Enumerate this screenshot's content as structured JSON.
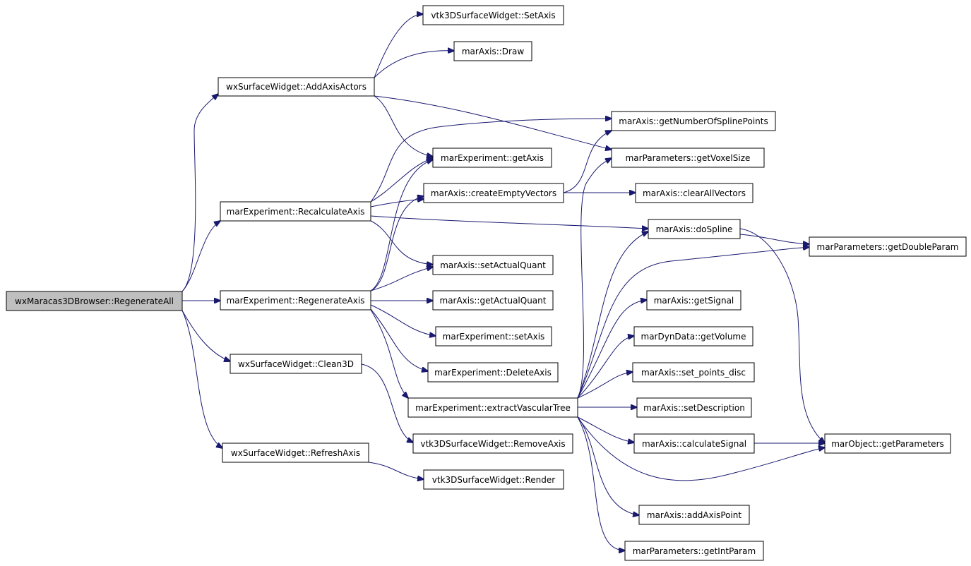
{
  "graph": {
    "root": "wxMaracas3DBrowser::RegenerateAll",
    "nodes": {
      "regenerateAll": "wxMaracas3DBrowser::RegenerateAll",
      "addAxisActors": "wxSurfaceWidget::AddAxisActors",
      "recalculateAxis": "marExperiment::RecalculateAxis",
      "regenerateAxis": "marExperiment::RegenerateAxis",
      "clean3D": "wxSurfaceWidget::Clean3D",
      "refreshAxis": "wxSurfaceWidget::RefreshAxis",
      "setAxisVtk": "vtk3DSurfaceWidget::SetAxis",
      "draw": "marAxis::Draw",
      "getAxis": "marExperiment::getAxis",
      "createEmptyVectors": "marAxis::createEmptyVectors",
      "setActualQuant": "marAxis::setActualQuant",
      "getActualQuant": "marAxis::getActualQuant",
      "setAxisExp": "marExperiment::setAxis",
      "deleteAxis": "marExperiment::DeleteAxis",
      "extractVascularTree": "marExperiment::extractVascularTree",
      "removeAxis": "vtk3DSurfaceWidget::RemoveAxis",
      "render": "vtk3DSurfaceWidget::Render",
      "getNumberOfSplinePoints": "marAxis::getNumberOfSplinePoints",
      "getVoxelSize": "marParameters::getVoxelSize",
      "clearAllVectors": "marAxis::clearAllVectors",
      "doSpline": "marAxis::doSpline",
      "getSignal": "marAxis::getSignal",
      "getVolume": "marDynData::getVolume",
      "setPointsDisc": "marAxis::set_points_disc",
      "setDescription": "marAxis::setDescription",
      "calculateSignal": "marAxis::calculateSignal",
      "addAxisPoint": "marAxis::addAxisPoint",
      "getIntParam": "marParameters::getIntParam",
      "getDoubleParam": "marParameters::getDoubleParam",
      "getParameters": "marObject::getParameters"
    },
    "edges": [
      [
        "regenerateAll",
        "addAxisActors"
      ],
      [
        "regenerateAll",
        "recalculateAxis"
      ],
      [
        "regenerateAll",
        "regenerateAxis"
      ],
      [
        "regenerateAll",
        "clean3D"
      ],
      [
        "regenerateAll",
        "refreshAxis"
      ],
      [
        "addAxisActors",
        "setAxisVtk"
      ],
      [
        "addAxisActors",
        "draw"
      ],
      [
        "addAxisActors",
        "getAxis"
      ],
      [
        "addAxisActors",
        "getVoxelSize"
      ],
      [
        "recalculateAxis",
        "getAxis"
      ],
      [
        "recalculateAxis",
        "getNumberOfSplinePoints"
      ],
      [
        "recalculateAxis",
        "createEmptyVectors"
      ],
      [
        "recalculateAxis",
        "doSpline"
      ],
      [
        "recalculateAxis",
        "setActualQuant"
      ],
      [
        "regenerateAxis",
        "getAxis"
      ],
      [
        "regenerateAxis",
        "createEmptyVectors"
      ],
      [
        "regenerateAxis",
        "setActualQuant"
      ],
      [
        "regenerateAxis",
        "getActualQuant"
      ],
      [
        "regenerateAxis",
        "setAxisExp"
      ],
      [
        "regenerateAxis",
        "deleteAxis"
      ],
      [
        "regenerateAxis",
        "extractVascularTree"
      ],
      [
        "clean3D",
        "removeAxis"
      ],
      [
        "refreshAxis",
        "render"
      ],
      [
        "createEmptyVectors",
        "getNumberOfSplinePoints"
      ],
      [
        "createEmptyVectors",
        "clearAllVectors"
      ],
      [
        "doSpline",
        "getDoubleParam"
      ],
      [
        "doSpline",
        "getParameters"
      ],
      [
        "extractVascularTree",
        "getVoxelSize"
      ],
      [
        "extractVascularTree",
        "doSpline"
      ],
      [
        "extractVascularTree",
        "getDoubleParam"
      ],
      [
        "extractVascularTree",
        "getSignal"
      ],
      [
        "extractVascularTree",
        "getVolume"
      ],
      [
        "extractVascularTree",
        "setPointsDisc"
      ],
      [
        "extractVascularTree",
        "setDescription"
      ],
      [
        "extractVascularTree",
        "calculateSignal"
      ],
      [
        "extractVascularTree",
        "getParameters"
      ],
      [
        "extractVascularTree",
        "addAxisPoint"
      ],
      [
        "extractVascularTree",
        "getIntParam"
      ],
      [
        "calculateSignal",
        "getParameters"
      ]
    ]
  }
}
